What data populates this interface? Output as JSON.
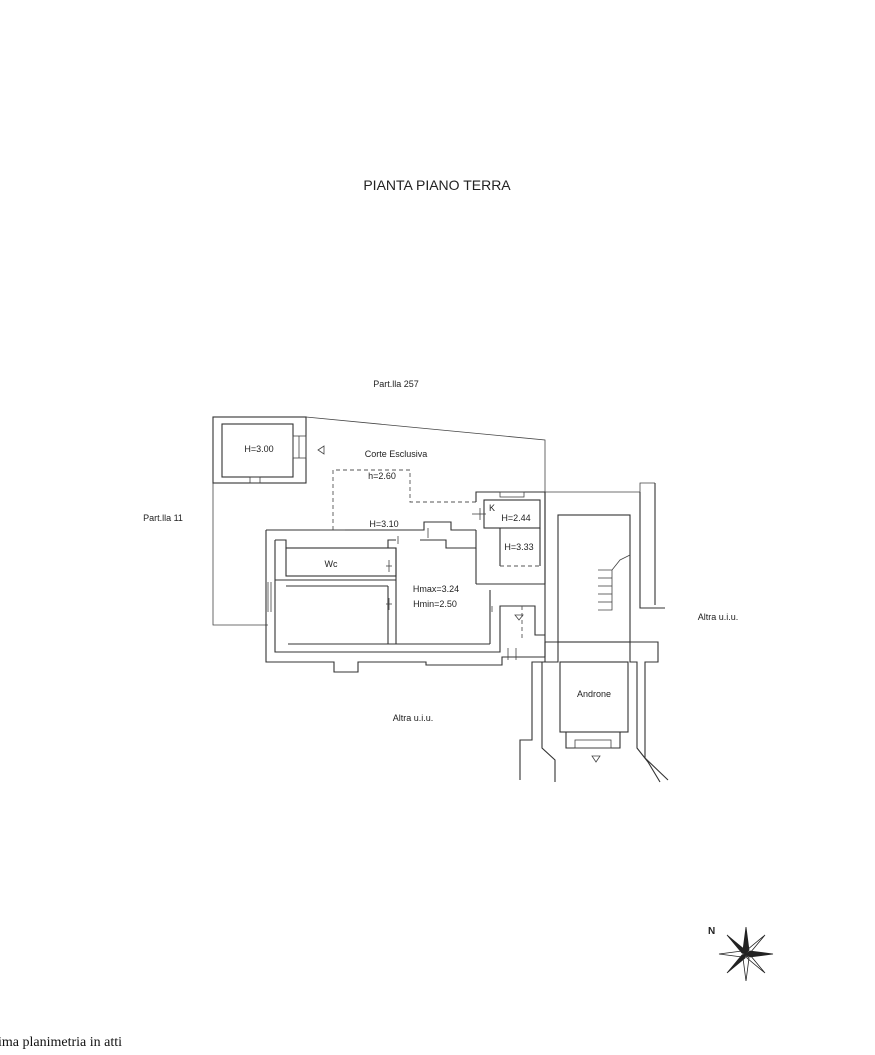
{
  "title": "PIANTA PIANO TERRA",
  "labels": {
    "partlla_257": "Part.lla 257",
    "partlla_11": "Part.lla 11",
    "altra_uiu_right": "Altra u.i.u.",
    "altra_uiu_bottom": "Altra u.i.u.",
    "corte_esclusiva": "Corte Esclusiva",
    "h_300": "H=3.00",
    "h_260": "h=2.60",
    "h_310": "H=3.10",
    "h_244": "H=2.44",
    "h_333": "H=3.33",
    "k": "K",
    "wc": "Wc",
    "hmax": "Hmax=3.24",
    "hmin": "Hmin=2.50",
    "androne": "Androne",
    "north": "N"
  },
  "footer_note": "ima planimetria in atti"
}
